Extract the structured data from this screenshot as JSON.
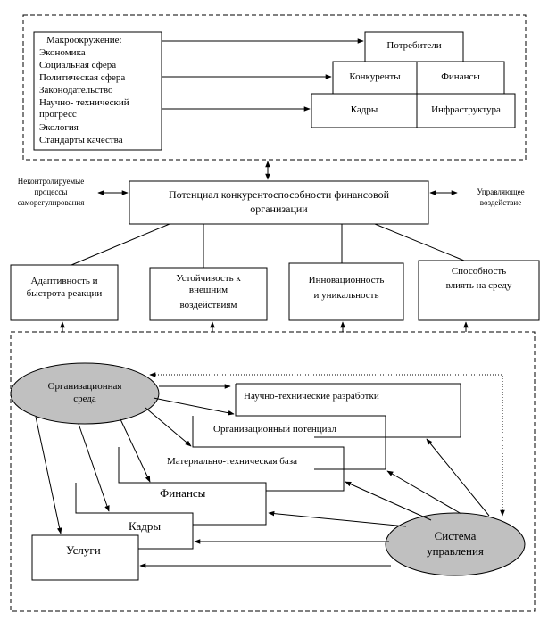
{
  "macro": {
    "title": "Макроокружение:",
    "items": [
      "Экономика",
      "Социальная сфера",
      "Политическая сфера",
      "Законодательство",
      "Научно- технический",
      "прогресс",
      "Экология",
      "Стандарты качества"
    ]
  },
  "env": {
    "consumers": "Потребители",
    "competitors": "Конкуренты",
    "finance": "Финансы",
    "personnel": "Кадры",
    "infrastructure": "Инфраструктура"
  },
  "center": {
    "line1": "Потенциал конкурентоспособности финансовой",
    "line2": "организации",
    "left_line1": "Неконтролируемые",
    "left_line2": "процессы",
    "left_line3": "саморегулирования",
    "right_line1": "Управляющее",
    "right_line2": "воздействие"
  },
  "props": {
    "p1a": "Адаптивность и",
    "p1b": "быстрота реакции",
    "p2a": "Устойчивость к",
    "p2b": "внешним",
    "p2c": "воздействиям",
    "p3a": "Инновационность",
    "p3b": "и уникальность",
    "p4a": "Способность",
    "p4b": "влиять на среду"
  },
  "inner": {
    "org_env_1": "Организационная",
    "org_env_2": "среда",
    "rd": "Научно-технические разработки",
    "org_potential": "Организационный потенциал",
    "material": "Материально-техническая база",
    "finance": "Финансы",
    "personnel": "Кадры",
    "services": "Услуги",
    "mgmt_1": "Система",
    "mgmt_2": "управления"
  },
  "colors": {
    "ellipse_fill": "#c0c0c0",
    "line": "#000000",
    "background": "#ffffff"
  }
}
